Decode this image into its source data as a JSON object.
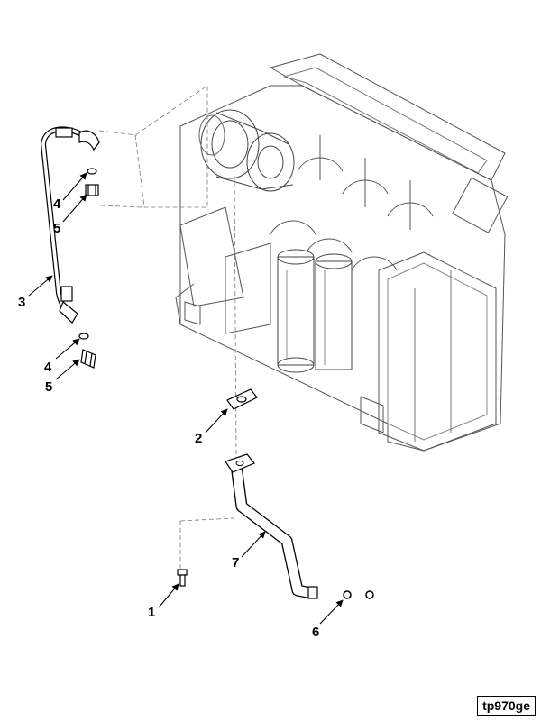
{
  "figure": {
    "reference_code": "tp970ge"
  },
  "callouts": {
    "c1": "1",
    "c2": "2",
    "c3": "3",
    "c4a": "4",
    "c4b": "4",
    "c5a": "5",
    "c5b": "5",
    "c6": "6",
    "c7": "7"
  }
}
